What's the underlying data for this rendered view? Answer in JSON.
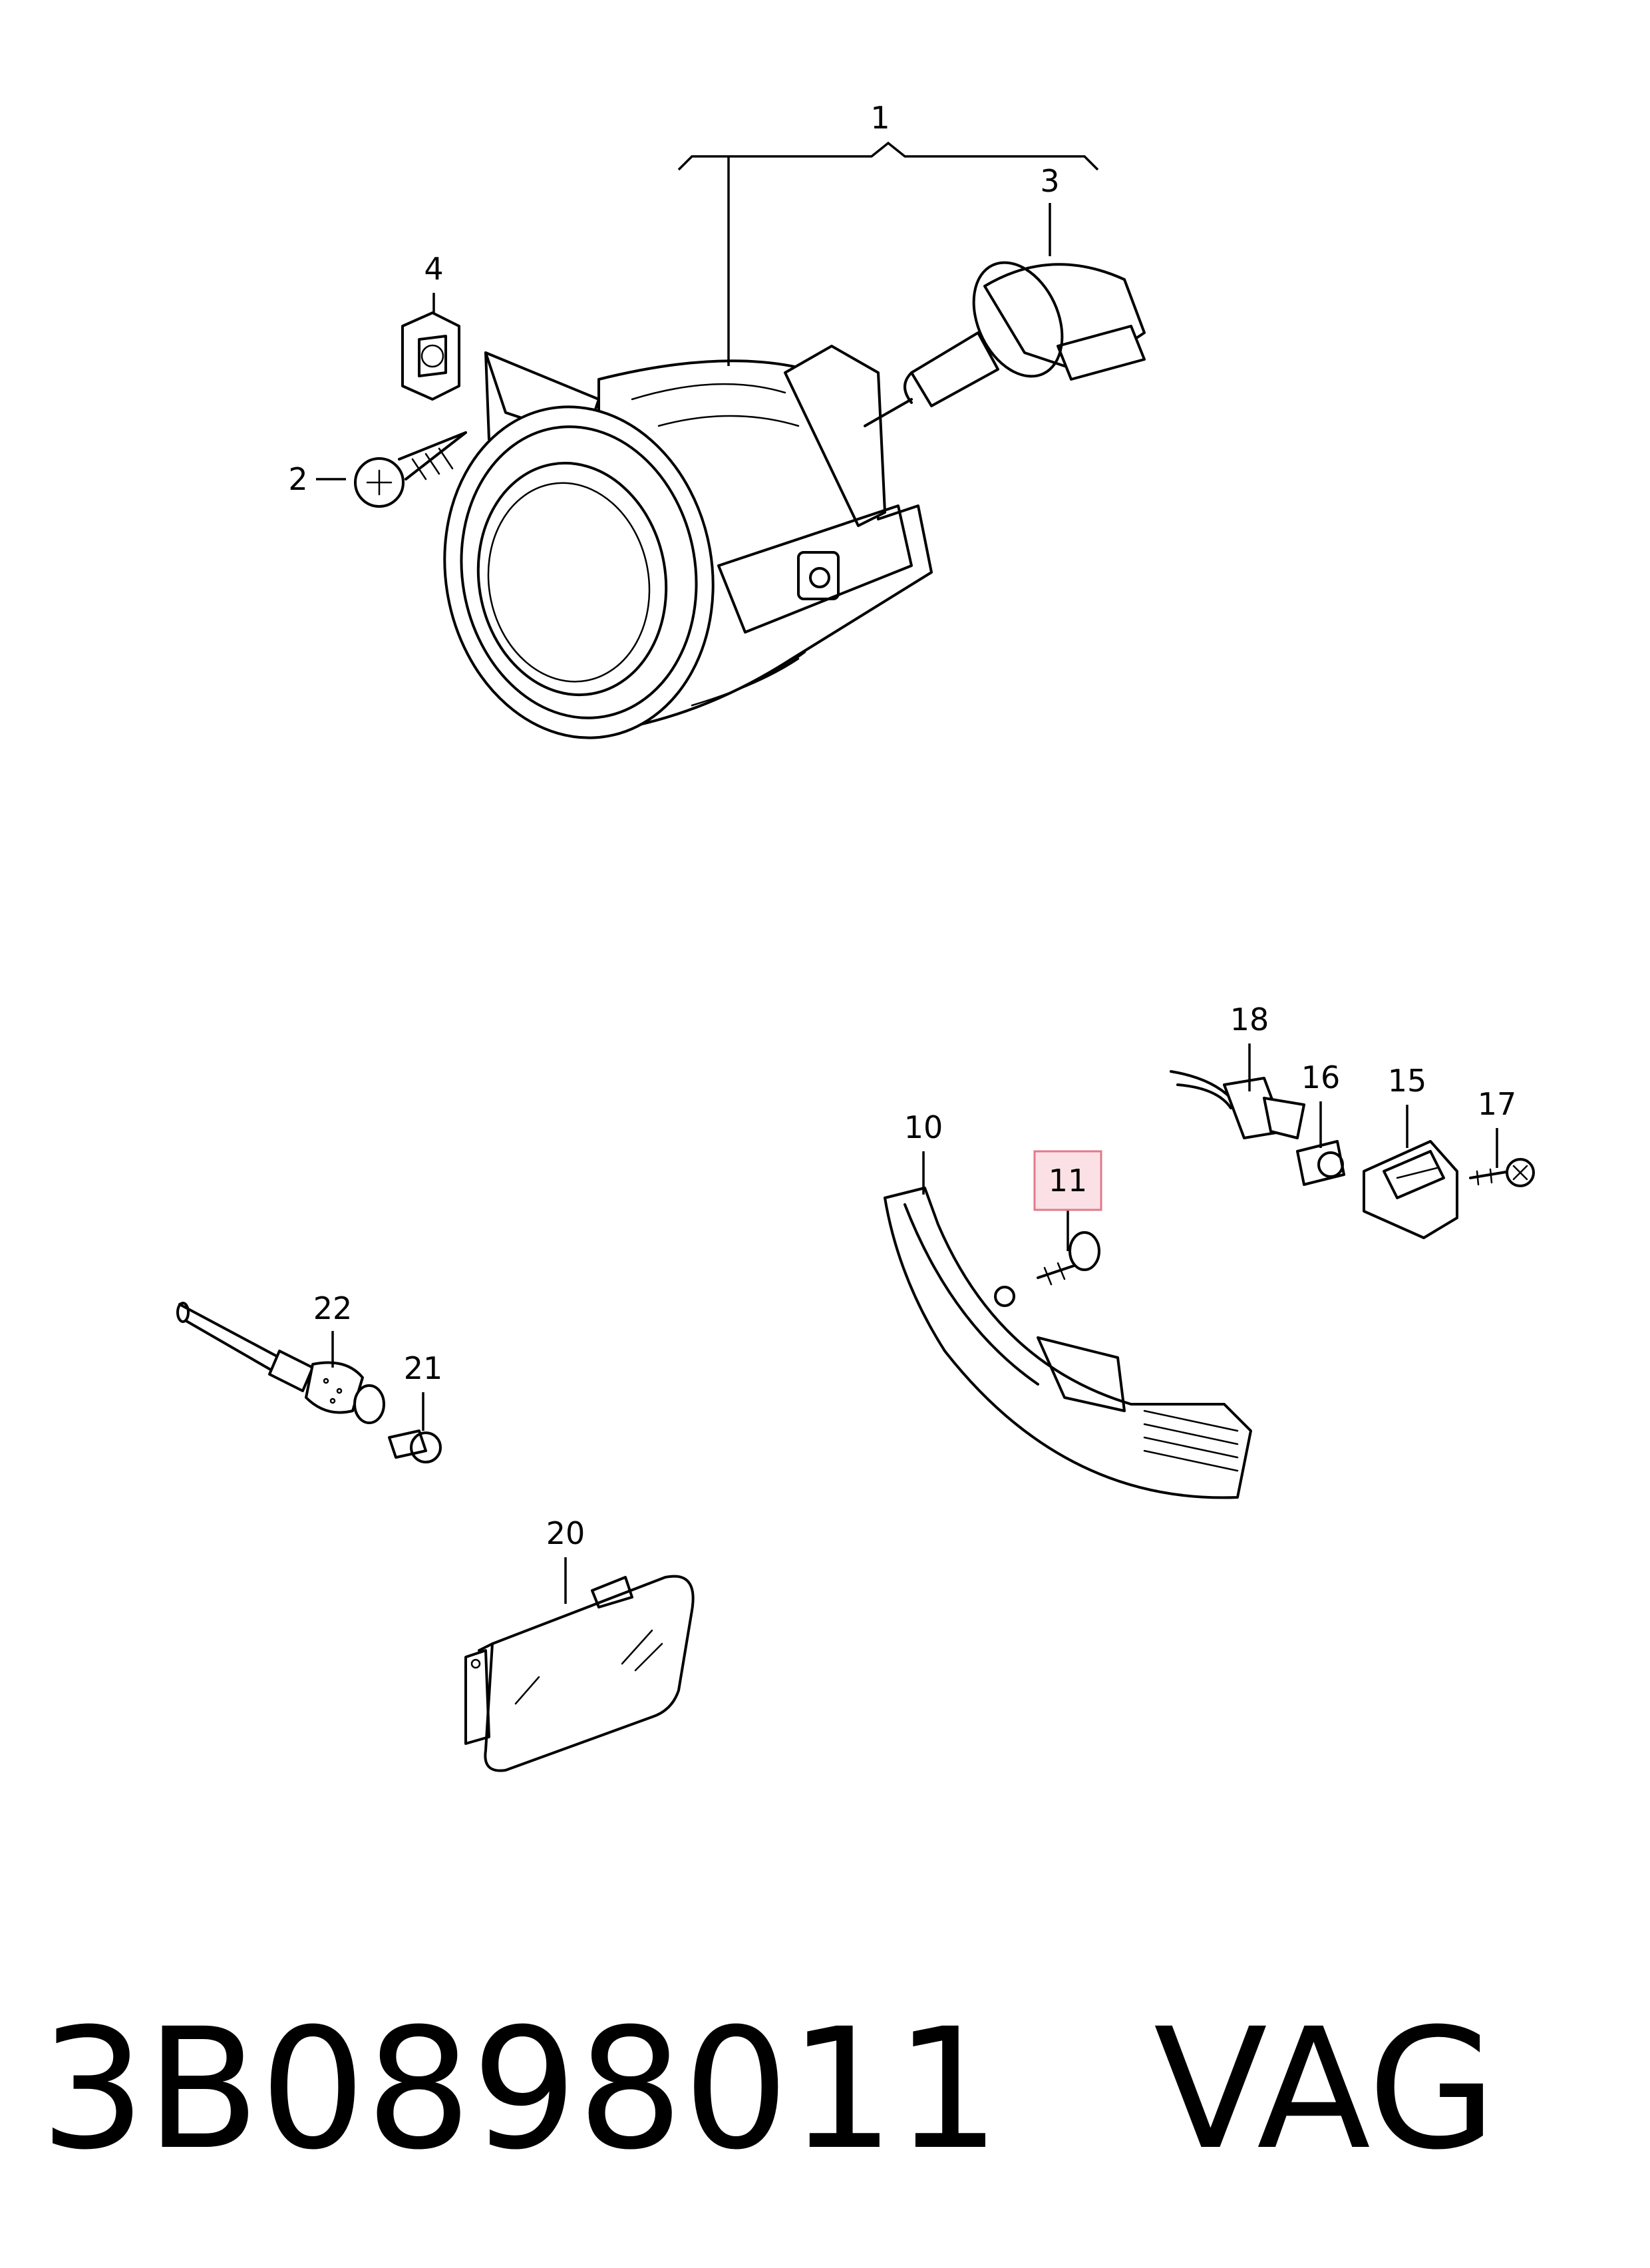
{
  "callouts": {
    "c1": "1",
    "c2": "2",
    "c3": "3",
    "c4": "4",
    "c10": "10",
    "c11": "11",
    "c15": "15",
    "c16": "16",
    "c17": "17",
    "c18": "18",
    "c20": "20",
    "c21": "21",
    "c22": "22"
  },
  "highlighted_callout": "11",
  "highlight_color": "#fbe1e6",
  "footer": {
    "part_number": "3B0898011",
    "brand": "VAG"
  }
}
